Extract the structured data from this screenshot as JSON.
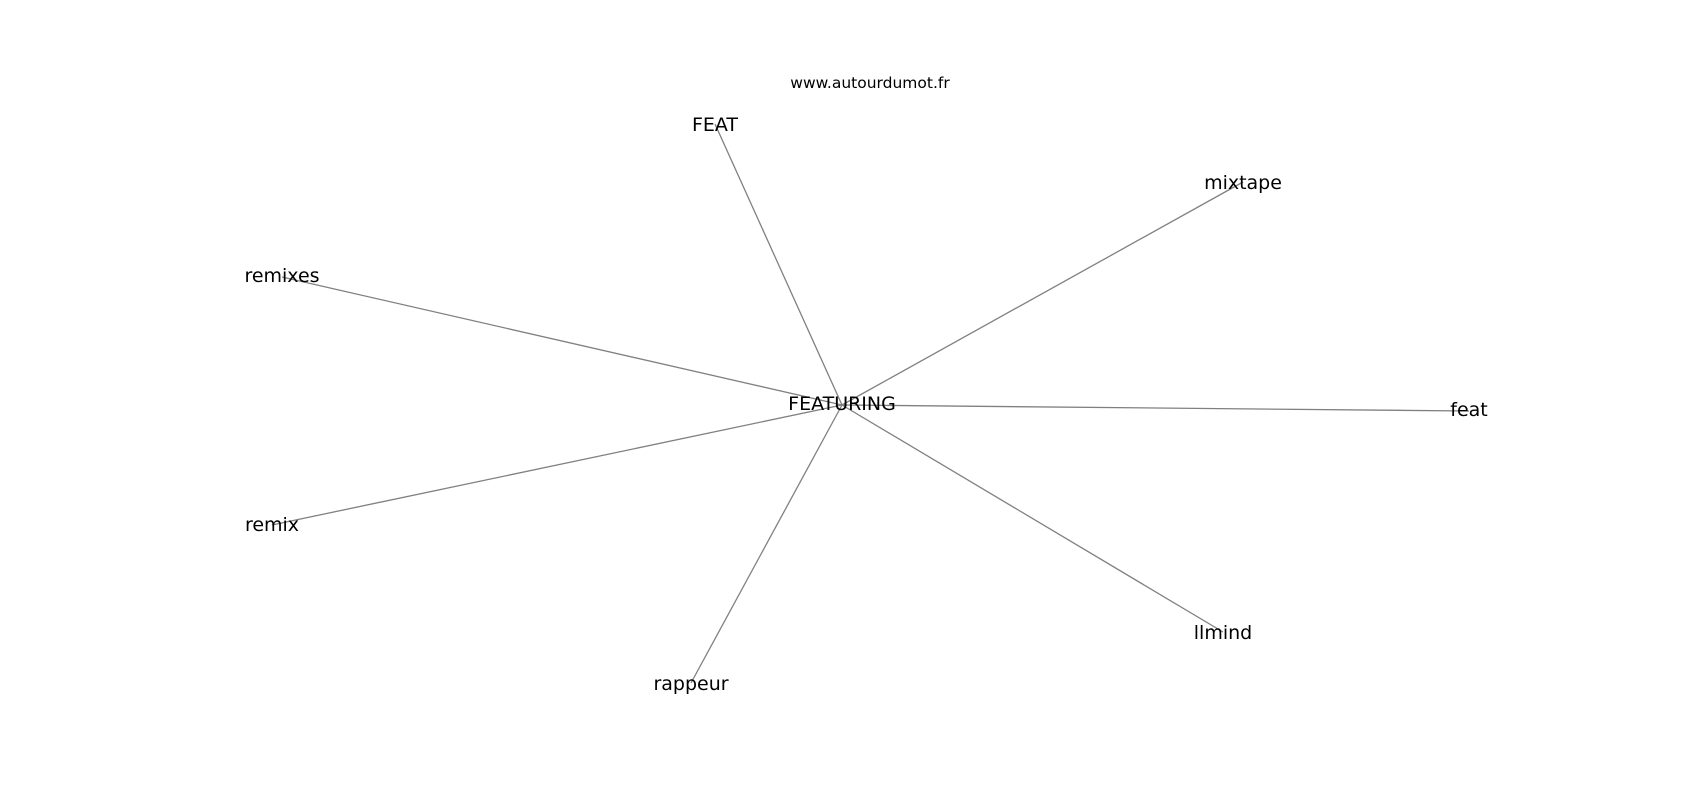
{
  "site": "www.autourdumot.fr",
  "center": "FEATURING",
  "related_words": [
    "FEAT",
    "mixtape",
    "remixes",
    "feat",
    "remix",
    "llmind",
    "rappeur"
  ],
  "colors": {
    "edge": "#808080",
    "text": "#000000",
    "background": "#ffffff"
  }
}
